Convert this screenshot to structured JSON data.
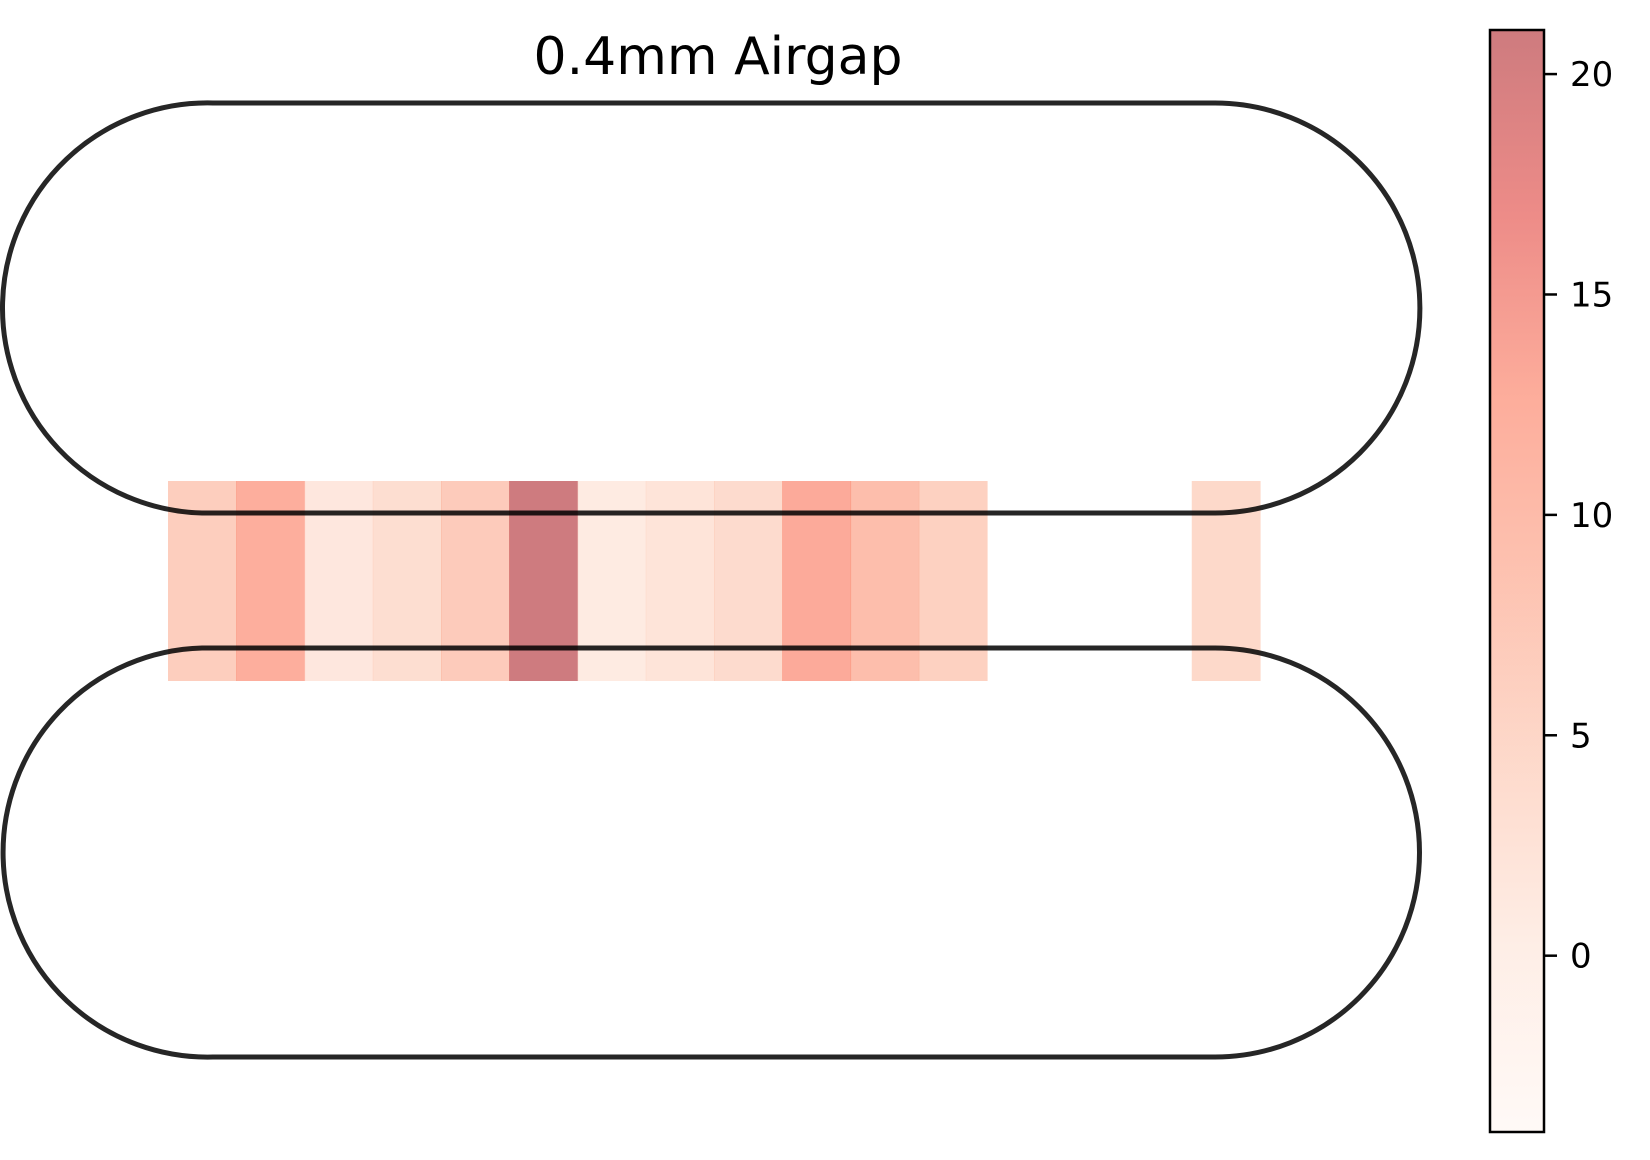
{
  "chart_data": {
    "type": "heatmap",
    "title": "0.4mm Airgap",
    "xlabel": "",
    "ylabel": "",
    "grid": false,
    "cells": [
      {
        "value": 6.5
      },
      {
        "value": 12.5
      },
      {
        "value": 1.5
      },
      {
        "value": 3.5
      },
      {
        "value": 7.0
      },
      {
        "value": 21.0
      },
      {
        "value": 0.8
      },
      {
        "value": 2.2
      },
      {
        "value": 4.0
      },
      {
        "value": 13.0
      },
      {
        "value": 9.5
      },
      {
        "value": 6.0
      },
      {
        "value": null
      },
      {
        "value": null
      },
      {
        "value": null
      },
      {
        "value": 4.5
      }
    ],
    "colorbar": {
      "min": -4,
      "max": 21,
      "ticks": [
        0,
        5,
        10,
        15,
        20
      ],
      "tick_labels": [
        "0",
        "5",
        "10",
        "15",
        "20"
      ],
      "colormap": [
        "#fff5f0",
        "#fee0d2",
        "#fcbba1",
        "#fc9272",
        "#fb6a4a",
        "#de2d26",
        "#a50f15"
      ]
    }
  }
}
